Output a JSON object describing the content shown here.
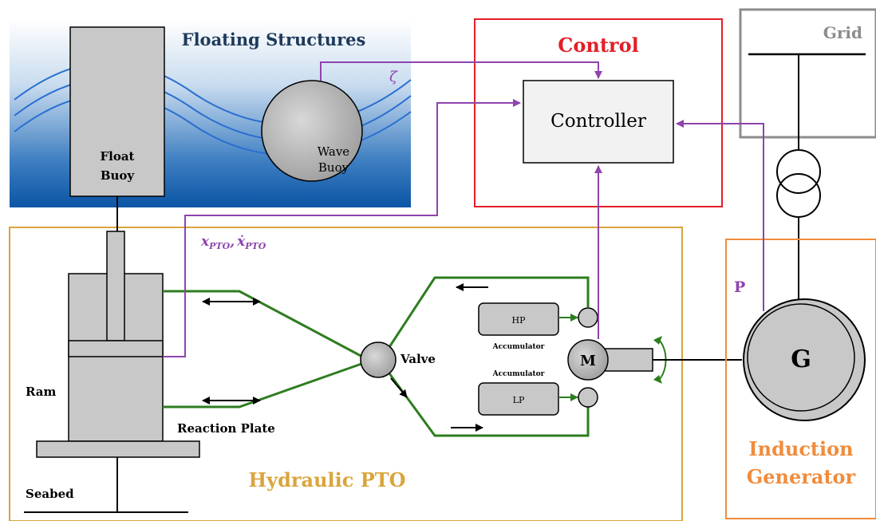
{
  "floating": {
    "title": "Floating Structures",
    "float_buoy": [
      "Float",
      "Buoy"
    ],
    "wave_buoy": [
      "Wave",
      "Buoy"
    ],
    "zeta": "ζ"
  },
  "control": {
    "title": "Control",
    "controller": "Controller"
  },
  "grid": {
    "title": "Grid"
  },
  "hydraulic": {
    "title": "Hydraulic PTO",
    "ram": "Ram",
    "reaction_plate": "Reaction Plate",
    "seabed": "Seabed",
    "valve": "Valve",
    "hp": "HP",
    "lp": "LP",
    "accumulator_top": "Accumulator",
    "accumulator_bottom": "Accumulator",
    "motor": "M",
    "signal_x": "x",
    "signal_xdot": "ẋ",
    "signal_sub": "PTO",
    "signal_sep": ","
  },
  "generator": {
    "title": [
      "Induction",
      "Generator"
    ],
    "symbol": "G",
    "power_label": "P"
  },
  "colors": {
    "control_border": "#e41e26",
    "control_title": "#e41e26",
    "grid_border": "#8c8c8c",
    "grid_title": "#8c8c8c",
    "pto_border": "#d9a53c",
    "pto_title": "#d9a53c",
    "gen_border": "#f08c3c",
    "gen_title": "#f08c3c",
    "signal": "#8e44ad",
    "hydraulic_line": "#2e7d1f",
    "sea_top": "#ffffff",
    "sea_bottom": "#0a55a5",
    "component_fill": "#c8c8c8"
  }
}
